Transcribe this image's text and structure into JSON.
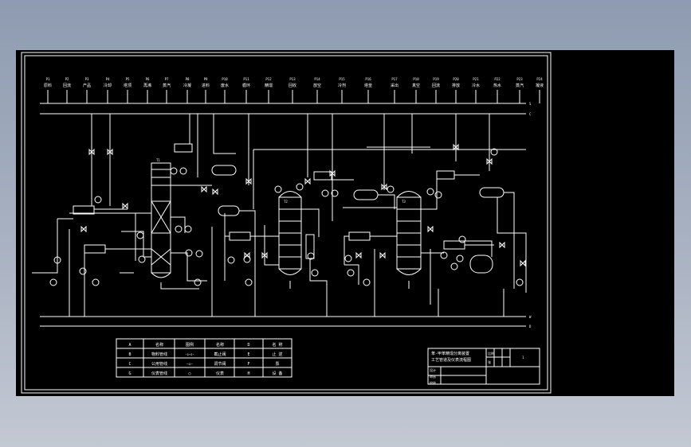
{
  "header_tags": [
    "P1",
    "P2",
    "P3",
    "P4",
    "P5",
    "P6",
    "P7",
    "P8",
    "P9",
    "P10",
    "P11",
    "P12",
    "P13",
    "P14",
    "P15",
    "P16",
    "P17",
    "P18",
    "P19",
    "P20",
    "P21",
    "P22",
    "P23",
    "P24"
  ],
  "header_labels": [
    "原料",
    "回流",
    "产品",
    "冷却",
    "塔顶",
    "再沸",
    "蒸汽",
    "冷凝",
    "进料",
    "废水",
    "循环",
    "精馏",
    "回收",
    "放空",
    "冷剂",
    "塔釜",
    "采出",
    "真空",
    "回流",
    "排放",
    "冷水",
    "热水",
    "蒸汽",
    "凝液"
  ],
  "header_line_tags": [
    "S",
    "C"
  ],
  "bottom_line_tags": [
    "W",
    "D"
  ],
  "legend": {
    "rows": [
      [
        "A",
        "名称",
        "图例",
        "名称",
        "D",
        "名 称"
      ],
      [
        "B",
        "物料管线",
        "-▷◁-",
        "截止阀",
        "E",
        "止 逆"
      ],
      [
        "C",
        "公用管线",
        "-◇-",
        "调节阀",
        "F",
        "泵"
      ],
      [
        "G",
        "仪表管线",
        "○",
        "仪表",
        "H",
        "设 备"
      ]
    ]
  },
  "title_block": {
    "line1": "苯-甲苯精馏分离装置",
    "line2": "工艺管道及仪表流程图",
    "scale_label": "比例",
    "sheet_label": "张",
    "page_no": "1",
    "row_labels": [
      "设计",
      "审核",
      "校核"
    ]
  },
  "equipment_tags": {
    "col1": "T1",
    "col2": "T2",
    "col3": "T3"
  }
}
